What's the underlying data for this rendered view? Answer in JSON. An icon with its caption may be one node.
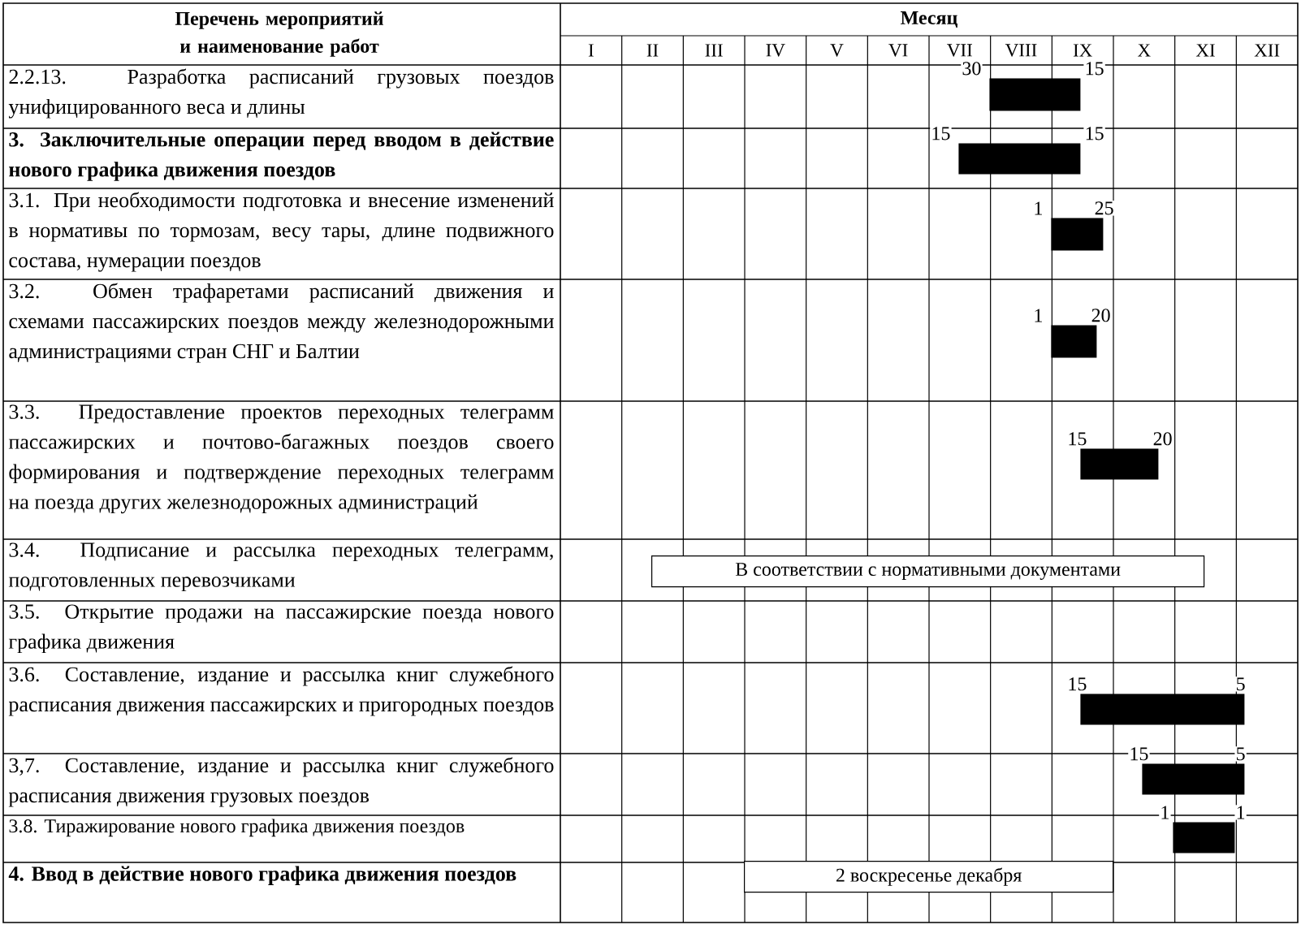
{
  "diagram": {
    "nodes": [
      {
        "text": [],
        "shape": "bar",
        "beside": [
          "30",
          "15"
        ]
      },
      {
        "text": [],
        "shape": "bar",
        "beside": [
          "15",
          "15"
        ]
      },
      {
        "text": [],
        "shape": "bar",
        "beside": [
          "1",
          "25"
        ]
      },
      {
        "text": [],
        "shape": "bar",
        "beside": [
          "1",
          "20"
        ]
      },
      {
        "text": [],
        "shape": "bar",
        "beside": [
          "15",
          "20"
        ]
      },
      {
        "text": [
          "В соответствии с нормативными документами"
        ]
      },
      {
        "text": [],
        "shape": "bar",
        "beside": [
          "15",
          "5"
        ]
      },
      {
        "text": [],
        "shape": "bar",
        "beside": [
          "15",
          "5"
        ]
      },
      {
        "text": [],
        "shape": "bar",
        "beside": [
          "1",
          "1"
        ]
      },
      {
        "text": [
          "2 воскресенье декабря"
        ]
      }
    ],
    "labels": [
      "Перечень мероприятий и наименование работ",
      "Месяц",
      "I",
      "II",
      "III",
      "IV",
      "V",
      "VI",
      "VII",
      "VIII",
      "IX",
      "X",
      "XI",
      "XII",
      "2.2.13. Разработка расписаний грузовых поездов унифицированного веса и длины",
      "3. Заключительные операции перед вводом в действие нового графика движения поездов",
      "3.1. При необходимости подготовка и внесение изменений в нормативы по тормозам, весу тары, длине подвижного состава, нумерации поездов",
      "3.2. Обмен трафаретами расписаний движения и схемами пассажирских поездов между железнодорожными администрациями стран СНГ и Балтии",
      "3.3. Предоставление проектов переходных телеграмм пассажирских и почтово-багажных поездов своего формирования и подтверждение переходных телеграмм на поезда других железнодорожных администраций",
      "3.4. Подписание и рассылка переходных телеграмм, подготовленных перевозчиками",
      "3.5. Открытие продажи на пассажирские поезда нового графика движения",
      "3.6. Составление, издание и рассылка книг служебного расписания движения пассажирских и пригородных поездов",
      "3,7. Составление, издание и рассылка книг служебного расписания движения грузовых поездов",
      "3.8. Тиражирование нового графика движения поездов",
      "4. Ввод в действие нового графика движения поездов"
    ]
  }
}
